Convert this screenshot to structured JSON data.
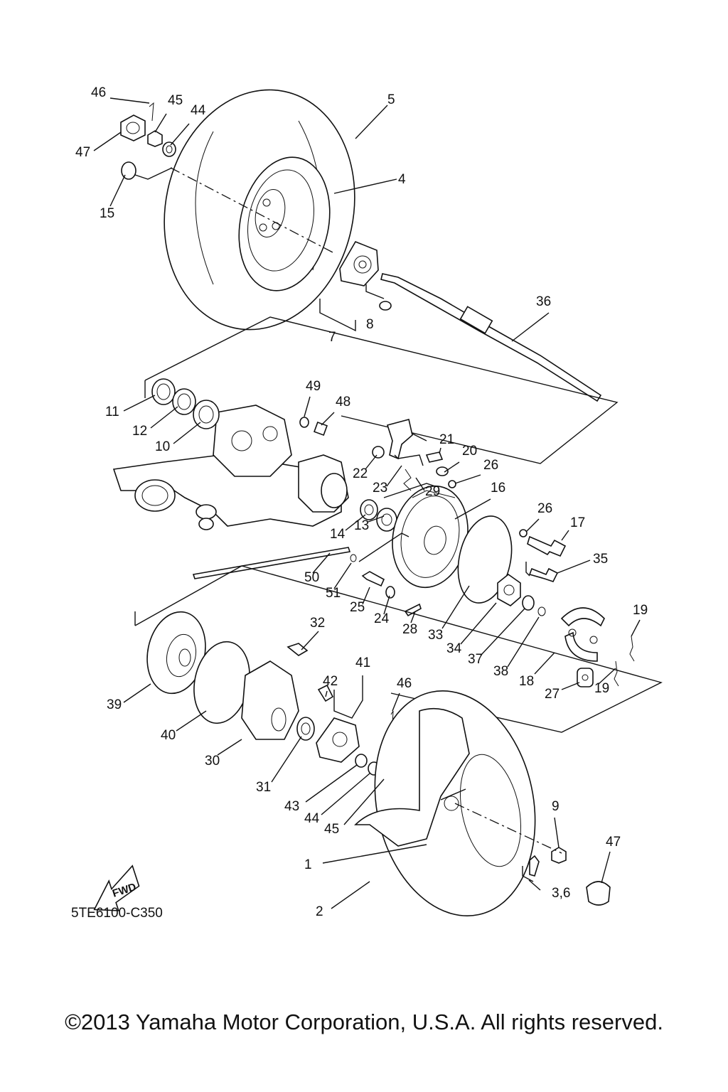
{
  "diagram": {
    "code": "5TE6100-C350",
    "fwd_label": "FWD",
    "callouts": [
      "46",
      "45",
      "44",
      "5",
      "47",
      "15",
      "4",
      "7",
      "8",
      "36",
      "49",
      "48",
      "11",
      "12",
      "10",
      "21",
      "20",
      "26",
      "22",
      "23",
      "29",
      "16",
      "26",
      "17",
      "14",
      "13",
      "35",
      "50",
      "51",
      "25",
      "24",
      "28",
      "33",
      "34",
      "37",
      "38",
      "19",
      "32",
      "18",
      "27",
      "19",
      "41",
      "42",
      "46",
      "39",
      "40",
      "30",
      "31",
      "43",
      "44",
      "45",
      "9",
      "47",
      "1",
      "3,6",
      "2"
    ]
  },
  "copyright": "©2013 Yamaha Motor Corporation, U.S.A. All rights reserved."
}
